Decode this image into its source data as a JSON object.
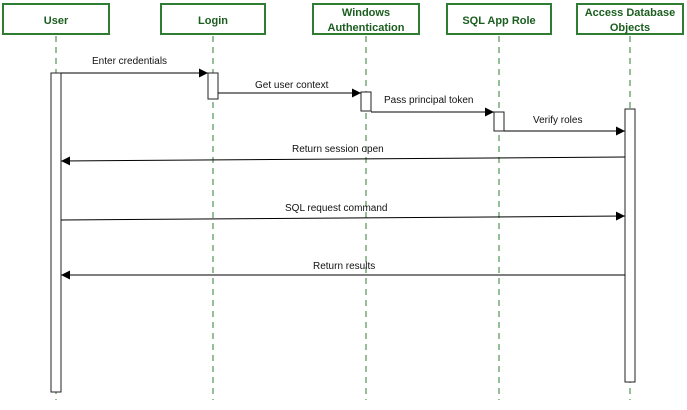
{
  "participants": [
    {
      "id": "user",
      "label": [
        "User"
      ]
    },
    {
      "id": "login",
      "label": [
        "Login"
      ]
    },
    {
      "id": "winauth",
      "label": [
        "Windows",
        "Authentication"
      ]
    },
    {
      "id": "sqlrole",
      "label": [
        "SQL App Role"
      ]
    },
    {
      "id": "dbobjects",
      "label": [
        "Access Database",
        "Objects"
      ]
    }
  ],
  "messages": [
    {
      "id": "enter-credentials",
      "from": "user",
      "to": "login",
      "label": "Enter credentials"
    },
    {
      "id": "get-user-context",
      "from": "login",
      "to": "winauth",
      "label": "Get user context"
    },
    {
      "id": "pass-principal-token",
      "from": "winauth",
      "to": "sqlrole",
      "label": "Pass principal token"
    },
    {
      "id": "verify-roles",
      "from": "sqlrole",
      "to": "dbobjects",
      "label": "Verify roles"
    },
    {
      "id": "return-session-open",
      "from": "dbobjects",
      "to": "user",
      "label": "Return session open"
    },
    {
      "id": "sql-request-command",
      "from": "user",
      "to": "dbobjects",
      "label": "SQL request command"
    },
    {
      "id": "return-results",
      "from": "dbobjects",
      "to": "user",
      "label": "Return results"
    }
  ],
  "colors": {
    "participant_border": "#2e7d32",
    "participant_text": "#1b5e20",
    "lifeline": "#2e7d32",
    "message": "#000000"
  }
}
